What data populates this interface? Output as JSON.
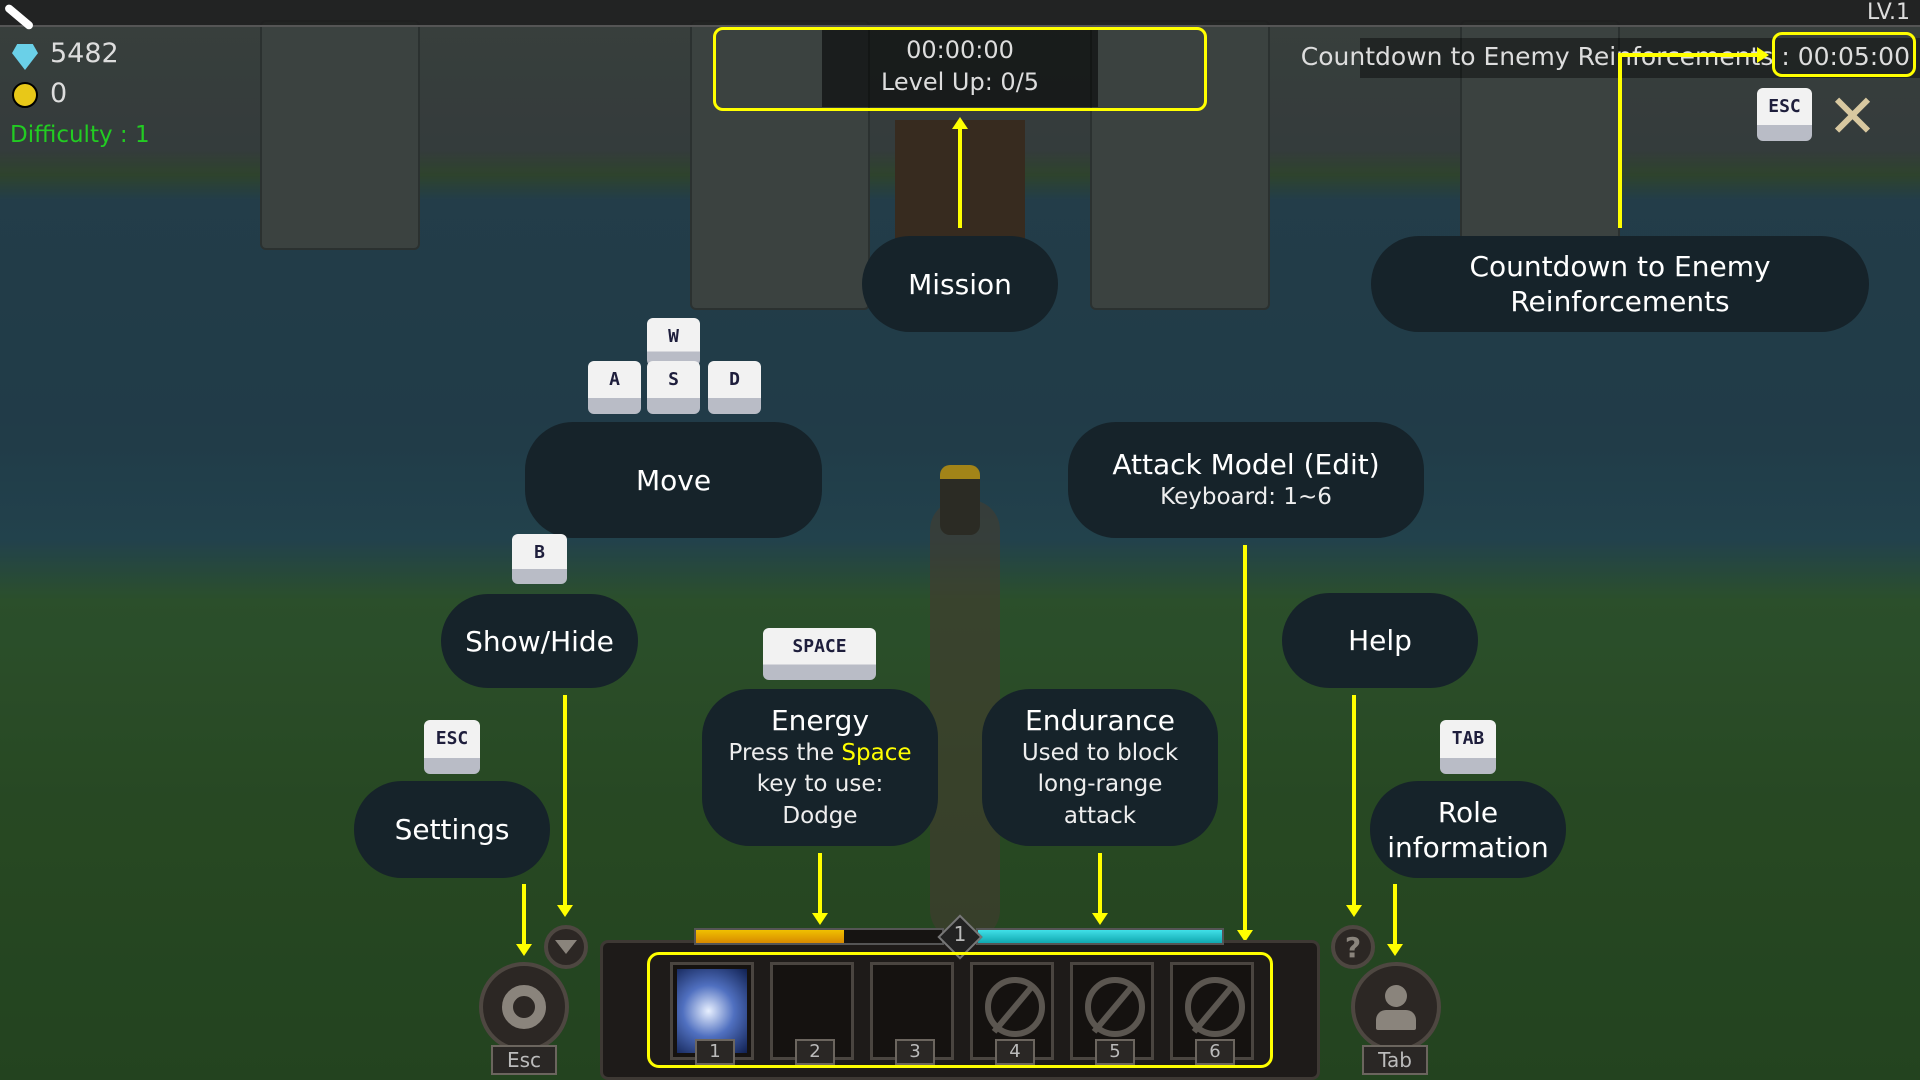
{
  "hud": {
    "gems": "5482",
    "gold": "0",
    "difficulty": "Difficulty : 1",
    "level": "LV.1",
    "timer": "00:00:00",
    "level_up": "Level Up: 0/5",
    "countdown_label": "Countdown to Enemy Reinforcements",
    "countdown_value": " : 00:05:00",
    "close_key": "ESC"
  },
  "tutorial": {
    "mission": "Mission",
    "countdown": "Countdown to Enemy Reinforcements",
    "move": "Move",
    "keys_move": [
      "W",
      "A",
      "S",
      "D"
    ],
    "attack_title": "Attack Model (Edit)",
    "attack_sub": "Keyboard: 1~6",
    "show_hide": "Show/Hide",
    "show_hide_key": "B",
    "help": "Help",
    "energy_key": "SPACE",
    "energy_title": "Energy",
    "energy_sub1": "Press the ",
    "energy_space": "Space",
    "energy_sub2": "key to use:",
    "energy_sub3": "Dodge",
    "endurance_title": "Endurance",
    "endurance_sub": [
      "Used to block",
      "long-range",
      "attack"
    ],
    "settings_key": "ESC",
    "settings": "Settings",
    "role_key": "TAB",
    "role": "Role information"
  },
  "bottom_bar": {
    "energy_fraction": 0.6,
    "endurance_fraction": 1.0,
    "level_badge": "1",
    "slots": [
      {
        "num": "1",
        "state": "skill"
      },
      {
        "num": "2",
        "state": "empty"
      },
      {
        "num": "3",
        "state": "empty"
      },
      {
        "num": "4",
        "state": "locked"
      },
      {
        "num": "5",
        "state": "locked"
      },
      {
        "num": "6",
        "state": "locked"
      }
    ],
    "settings_label": "Esc",
    "role_label": "Tab",
    "help_glyph": "?"
  },
  "colors": {
    "highlight": "#ffff00",
    "difficulty": "#22cc22",
    "energy": "#e8a800",
    "endurance": "#22c8d0"
  }
}
